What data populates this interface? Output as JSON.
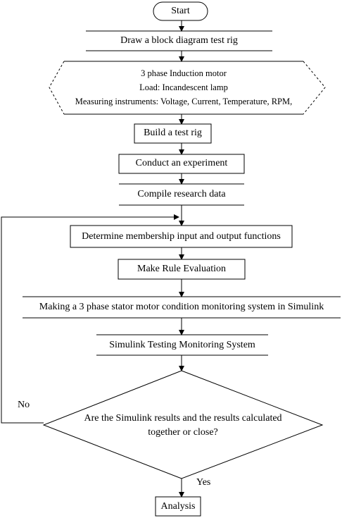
{
  "flowchart": {
    "start": "Start",
    "step_block_diagram": "Draw a block diagram test rig",
    "spec_lines": [
      "3 phase Induction motor",
      "Load: Incandescent lamp",
      "Measuring instruments: Voltage, Current, Temperature, RPM,"
    ],
    "step_build": "Build a test rig",
    "step_experiment": "Conduct an experiment",
    "step_compile": "Compile research data",
    "step_membership": "Determine membership input and output functions",
    "step_rule": "Make Rule Evaluation",
    "step_simulink_system": "Making a 3 phase stator motor condition monitoring system in Simulink",
    "step_simulink_testing": "Simulink Testing Monitoring System",
    "decision_lines": [
      "Are the Simulink results and the results calculated",
      "together or close?"
    ],
    "label_no": "No",
    "label_yes": "Yes",
    "end": "Analysis"
  }
}
